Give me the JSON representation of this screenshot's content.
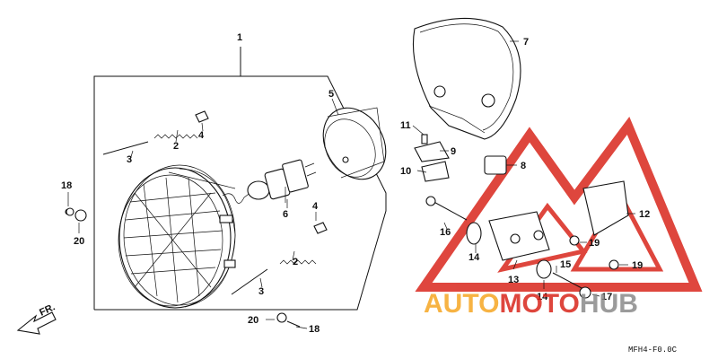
{
  "diagram": {
    "callouts": [
      {
        "id": "c1",
        "text": "1"
      },
      {
        "id": "c2a",
        "text": "2"
      },
      {
        "id": "c2b",
        "text": "2"
      },
      {
        "id": "c3a",
        "text": "3"
      },
      {
        "id": "c3b",
        "text": "3"
      },
      {
        "id": "c4a",
        "text": "4"
      },
      {
        "id": "c4b",
        "text": "4"
      },
      {
        "id": "c5",
        "text": "5"
      },
      {
        "id": "c6",
        "text": "6"
      },
      {
        "id": "c7",
        "text": "7"
      },
      {
        "id": "c8",
        "text": "8"
      },
      {
        "id": "c9",
        "text": "9"
      },
      {
        "id": "c10",
        "text": "10"
      },
      {
        "id": "c11",
        "text": "11"
      },
      {
        "id": "c12",
        "text": "12"
      },
      {
        "id": "c13",
        "text": "13"
      },
      {
        "id": "c14a",
        "text": "14"
      },
      {
        "id": "c14b",
        "text": "14"
      },
      {
        "id": "c15",
        "text": "15"
      },
      {
        "id": "c16",
        "text": "16"
      },
      {
        "id": "c17",
        "text": "17"
      },
      {
        "id": "c18a",
        "text": "18"
      },
      {
        "id": "c18b",
        "text": "18"
      },
      {
        "id": "c19a",
        "text": "19"
      },
      {
        "id": "c19b",
        "text": "19"
      },
      {
        "id": "c20a",
        "text": "20"
      },
      {
        "id": "c20b",
        "text": "20"
      }
    ],
    "front_arrow_label": "FR.",
    "figure_code": "MFH4-F0.0C"
  },
  "watermark": {
    "part1": "AUTO",
    "part2": "MOTO",
    "part3": "HUB",
    "colors": {
      "orange": "#f6a623",
      "red": "#d9261c",
      "gray": "#8a8a8a"
    }
  }
}
